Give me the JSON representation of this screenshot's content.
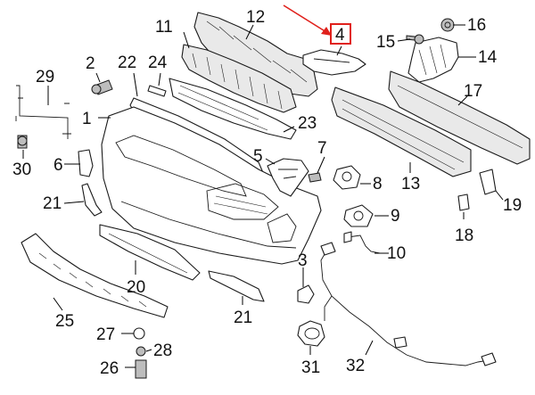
{
  "colors": {
    "highlight": "#e0201b",
    "line": "#1a1a1a"
  },
  "labels": [
    {
      "id": "1",
      "text": "1"
    },
    {
      "id": "2",
      "text": "2"
    },
    {
      "id": "3",
      "text": "3"
    },
    {
      "id": "4",
      "text": "4"
    },
    {
      "id": "5",
      "text": "5"
    },
    {
      "id": "6",
      "text": "6"
    },
    {
      "id": "7",
      "text": "7"
    },
    {
      "id": "8",
      "text": "8"
    },
    {
      "id": "9",
      "text": "9"
    },
    {
      "id": "10",
      "text": "10"
    },
    {
      "id": "11",
      "text": "11"
    },
    {
      "id": "12",
      "text": "12"
    },
    {
      "id": "13",
      "text": "13"
    },
    {
      "id": "14",
      "text": "14"
    },
    {
      "id": "15",
      "text": "15"
    },
    {
      "id": "16",
      "text": "16"
    },
    {
      "id": "17",
      "text": "17"
    },
    {
      "id": "18",
      "text": "18"
    },
    {
      "id": "19",
      "text": "19"
    },
    {
      "id": "20",
      "text": "20"
    },
    {
      "id": "21a",
      "text": "21"
    },
    {
      "id": "21b",
      "text": "21"
    },
    {
      "id": "22",
      "text": "22"
    },
    {
      "id": "23",
      "text": "23"
    },
    {
      "id": "24",
      "text": "24"
    },
    {
      "id": "25",
      "text": "25"
    },
    {
      "id": "26",
      "text": "26"
    },
    {
      "id": "27",
      "text": "27"
    },
    {
      "id": "28",
      "text": "28"
    },
    {
      "id": "29",
      "text": "29"
    },
    {
      "id": "30",
      "text": "30"
    },
    {
      "id": "31",
      "text": "31"
    },
    {
      "id": "32",
      "text": "32"
    }
  ],
  "highlighted_part": "4"
}
